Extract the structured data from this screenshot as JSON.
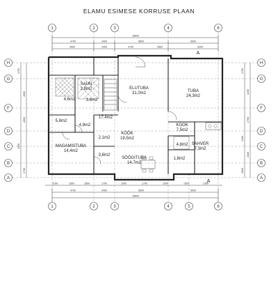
{
  "title": "ELAMU ESIMESE KORRUSE PLAAN",
  "axes": {
    "top": [
      "1",
      "2",
      "3",
      "4",
      "6"
    ],
    "bottom": [
      "1",
      "2",
      "3",
      "4",
      "5",
      "6"
    ],
    "left": [
      "H",
      "G",
      "F",
      "D",
      "C",
      "B",
      "A"
    ],
    "right": [
      "H",
      "G",
      "F",
      "D",
      "C",
      "B",
      "A"
    ]
  },
  "section_markers": [
    "A",
    "A"
  ],
  "rooms": {
    "elutuba": {
      "name": "ELUTUBA",
      "area": "31,0m2"
    },
    "tuba": {
      "name": "TUBA",
      "area": "24,3m2"
    },
    "saun": {
      "name": "SAUN",
      "area": "2,8m2"
    },
    "wc": {
      "area": "4,6m2"
    },
    "small_center": {
      "area": "3,6m2"
    },
    "room_left_mid": {
      "area": "5,8m2"
    },
    "hall_mid": {
      "area": "4,9m2"
    },
    "corridor": {
      "area": "17,4m2"
    },
    "kook": {
      "name": "KÖÖK",
      "area": "19,5m2"
    },
    "closet": {
      "area": "2,1m2"
    },
    "magamistuba": {
      "name": "MAGAMISTUBA",
      "area": "14,4m2"
    },
    "pantry": {
      "area": "3,8m2"
    },
    "soogituba": {
      "name": "SÖÖGITUBA",
      "area": "14,7m2"
    },
    "storage_small": {
      "area": "1,8m2"
    },
    "kook_right": {
      "name": "KOOK",
      "area": "7,5m2"
    },
    "sahver": {
      "name": "SAHVER",
      "area": "7,3m2"
    },
    "entry": {
      "area": "4,8m2"
    }
  },
  "dimensions": {
    "top_total": "18600",
    "top_row1": [
      "4700",
      "2400",
      "5600",
      "5900"
    ],
    "top_row2": [
      "4500",
      "2300",
      "2700",
      "3500",
      "3200"
    ],
    "bottom_total": "18600",
    "bottom_row": [
      "4700",
      "2400",
      "5600",
      "5900"
    ],
    "bottom_row2": [
      "1100",
      "1500",
      "1800",
      "1700",
      "1900",
      "1700",
      "1900",
      "1500",
      "1300"
    ],
    "left": [
      "1700",
      "4000",
      "2600",
      "3400",
      "1700"
    ],
    "right": [
      "1700",
      "3200",
      "2700",
      "1200",
      "2300",
      "1500"
    ]
  }
}
